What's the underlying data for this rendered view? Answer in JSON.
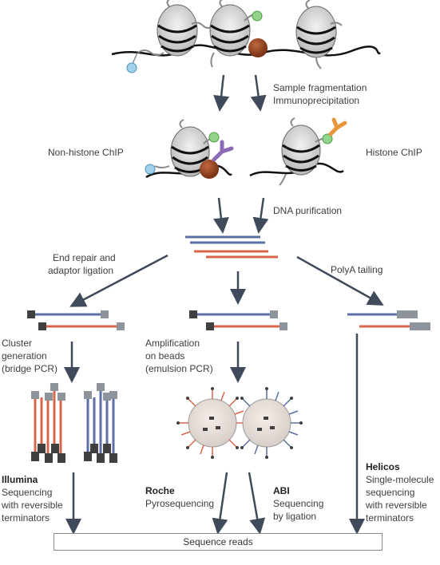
{
  "labels": {
    "fragmentation": "Sample fragmentation",
    "immunoprecipitation": "Immunoprecipitation",
    "non_histone": "Non-histone ChIP",
    "histone": "Histone ChIP",
    "dna_purification": "DNA purification",
    "end_repair_1": "End repair and",
    "end_repair_2": "adaptor ligation",
    "polya": "PolyA tailing",
    "cluster_1": "Cluster",
    "cluster_2": "generation",
    "cluster_3": "(bridge PCR)",
    "amp_1": "Amplification",
    "amp_2": "on beads",
    "amp_3": "(emulsion PCR)",
    "illumina_name": "Illumina",
    "illumina_1": "Sequencing",
    "illumina_2": "with reversible",
    "illumina_3": "terminators",
    "roche_name": "Roche",
    "roche_1": "Pyrosequencing",
    "abi_name": "ABI",
    "abi_1": "Sequencing",
    "abi_2": "by ligation",
    "helicos_name": "Helicos",
    "helicos_1": "Single-molecule",
    "helicos_2": "sequencing",
    "helicos_3": "with reversible",
    "helicos_4": "terminators",
    "sequence_reads": "Sequence reads"
  },
  "colors": {
    "arrow": "#3f4a5a",
    "blue_strand": "#5a6fa3",
    "red_strand": "#d9664a",
    "adaptor_dark": "#404040",
    "adaptor_light": "#8d949c",
    "protein": "#8a3d1f",
    "antibody_purple": "#8b6bb5",
    "antibody_orange": "#e8963c",
    "mod_green": "#8ccf7e",
    "mod_blue": "#8fc8e6"
  }
}
